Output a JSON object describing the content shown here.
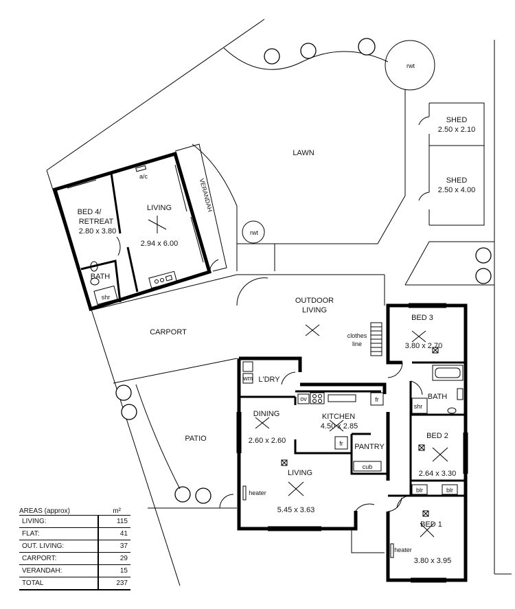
{
  "labels": {
    "lawn": "LAWN",
    "rwt_top": "rwt",
    "rwt_mid": "rwt",
    "shed1": "SHED",
    "shed1_size": "2.50 x 2.10",
    "shed2": "SHED",
    "shed2_size": "2.50 x 4.00",
    "verandah": "VERANDAH",
    "ac": "a/c",
    "bed4_line1": "BED 4/",
    "bed4_line2": "RETREAT",
    "bed4_size": "2.80 x 3.80",
    "living_flat": "LIVING",
    "living_flat_size": "2.94 x 6.00",
    "bath_flat": "BATH",
    "shr_flat": "shr",
    "carport": "CARPORT",
    "outdoor_line1": "OUTDOOR",
    "outdoor_line2": "LIVING",
    "clothes_line1": "clothes",
    "clothes_line2": "line",
    "bed3": "BED 3",
    "bed3_size": "3.80 x 2.70",
    "bath_main": "BATH",
    "shr_main": "shr",
    "bed2": "BED 2",
    "bed2_size": "2.64 x 3.30",
    "blr1": "blr",
    "blr2": "blr",
    "bed1": "BED 1",
    "bed1_size": "3.80 x 3.95",
    "heater_bed1": "heater",
    "ldry": "L'DRY",
    "wm": "wm",
    "ov": "ov",
    "fr_kitchen": "fr",
    "fr_pantry": "fr",
    "kitchen": "KITCHEN",
    "kitchen_size": "4.50 x 2.85",
    "dining": "DINING",
    "dining_size": "2.60 x 2.60",
    "pantry": "PANTRY",
    "cub": "cub",
    "living_main": "LIVING",
    "living_main_size": "5.45 x 3.63",
    "heater_living": "heater",
    "patio": "PATIO"
  },
  "areas": {
    "title": "AREAS (approx)",
    "unit": "m²",
    "rows": [
      {
        "label": "LIVING:",
        "value": "115"
      },
      {
        "label": "FLAT:",
        "value": "41"
      },
      {
        "label": "OUT. LIVING:",
        "value": "37"
      },
      {
        "label": "CARPORT:",
        "value": "29"
      },
      {
        "label": "VERANDAH:",
        "value": "15"
      }
    ],
    "total_label": "TOTAL",
    "total_value": "237"
  }
}
